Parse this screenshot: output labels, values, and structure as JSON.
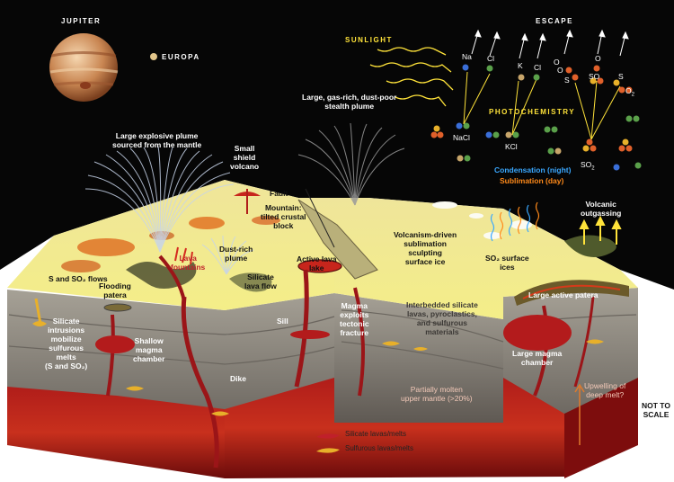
{
  "colors": {
    "sky": "#050505",
    "surface": "#efe98e",
    "crust": "#8c8780",
    "mantle": "#b3181c",
    "silicate": "#c0202a",
    "sulfur": "#e8b02a",
    "sunlight": "#ffe33a",
    "condensation": "#3aa8ff",
    "sublimation": "#ff8a1a"
  },
  "labels": {
    "jupiter": "JUPITER",
    "europa": "EUROPA",
    "escape": "ESCAPE",
    "sunlight": "SUNLIGHT",
    "photochemistry": "PHOTOCHEMISTRY",
    "na": "Na",
    "cl1": "Cl",
    "k": "K",
    "cl2": "Cl",
    "nacl": "NaCl",
    "kcl": "KCl",
    "o1": "O",
    "o2": "O",
    "o3": "O",
    "s1": "S",
    "s2": "S",
    "so": "SO",
    "o2mol": "O",
    "o2sub": "2",
    "so2": "SO",
    "so2sub": "2",
    "explosive_plume": "Large explosive plume\nsourced from the mantle",
    "small_shield": "Small\nshield\nvolcano",
    "stealth_plume": "Large, gas-rich, dust-poor\nstealth plume",
    "fault": "Fault",
    "mountain": "Mountain:\ntilted crustal\nblock",
    "condensation": "Condensation (night)",
    "sublimation": "Sublimation (day)",
    "volcanic_outgassing": "Volcanic\noutgassing",
    "volcanism_sublimation": "Volcanism-driven\nsublimation\nsculpting\nsurface ice",
    "so2_surface_ices": "SO₂ surface\nices",
    "s_so2_flows": "S and SO₂ flows",
    "flooding_patera": "Flooding\npatera",
    "lava_fountains": "Lava\nfountains",
    "dust_rich_plume": "Dust-rich\nplume",
    "silicate_lava_flow": "Silicate\nlava flow",
    "active_lava_lake": "Active lava\nlake",
    "large_active_patera": "Large active patera",
    "silicate_intrusions": "Silicate\nintrusions\nmobilize\nsulfurous\nmelts\n(S and SO₂)",
    "shallow_magma": "Shallow\nmagma\nchamber",
    "sill": "Sill",
    "magma_tectonic": "Magma\nexploits\ntectonic\nfracture",
    "interbedded": "Interbedded silicate\nlavas, pyroclastics,\nand sulfurous\nmaterials",
    "dike": "Dike",
    "large_magma": "Large magma\nchamber",
    "partially_molten": "Partially molten\nupper mantle (>20%)",
    "upwelling": "Upwelling of\ndeep melt?",
    "not_to_scale": "NOT TO\nSCALE"
  },
  "legend": [
    {
      "label": "Silicate lavas/melts",
      "color": "#c0202a"
    },
    {
      "label": "Sulfurous lavas/melts",
      "color": "#e8b02a"
    }
  ]
}
